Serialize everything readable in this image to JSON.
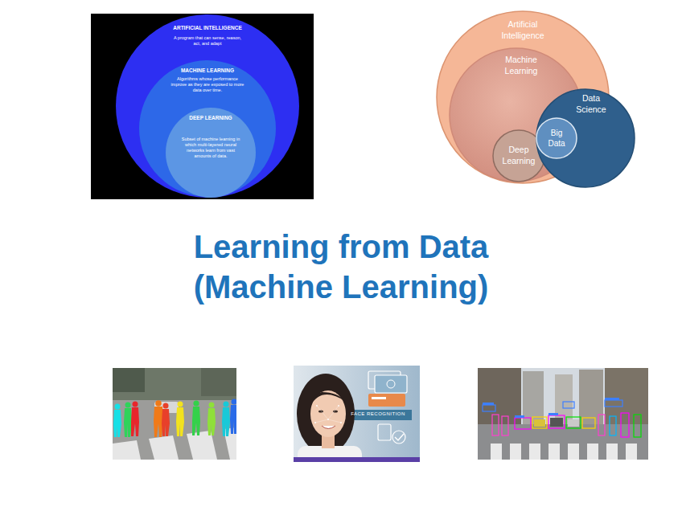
{
  "diagram": {
    "title": "Learning from Data (Machine Learning)",
    "nodes": [
      {
        "text": [
          "ARTIFICIAL INTELLIGENCE",
          "A program that can sense, reason, act, and adapt"
        ]
      },
      {
        "text": [
          "MACHINE LEARNING",
          "Algorithms whose performance improve as they are exposed to more data over time."
        ],
        "in": 0
      },
      {
        "text": [
          "DEEP LEARNING",
          "Subset of machine learning in which multi-layered neural networks learn from vast amounts of data."
        ],
        "in": 1
      },
      {
        "text": [
          "Artificial Intelligence"
        ]
      },
      {
        "text": [
          "Machine Learning"
        ],
        "in": 3
      },
      {
        "text": [
          "Deep Learning"
        ],
        "in": 4
      },
      {
        "text": [
          "Data Science"
        ]
      },
      {
        "text": [
          "Big Data"
        ],
        "in": 6
      }
    ],
    "labels": [
      "FACE RECOGNITION"
    ]
  }
}
